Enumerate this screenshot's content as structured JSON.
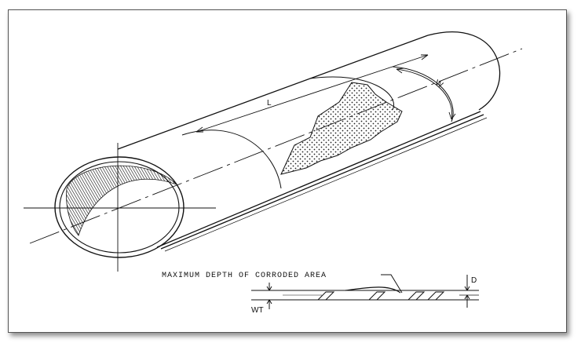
{
  "labels": {
    "length": "L",
    "width": "W",
    "depth": "D",
    "wall_thickness": "WT",
    "caption": "MAXIMUM DEPTH OF CORRODED AREA"
  }
}
